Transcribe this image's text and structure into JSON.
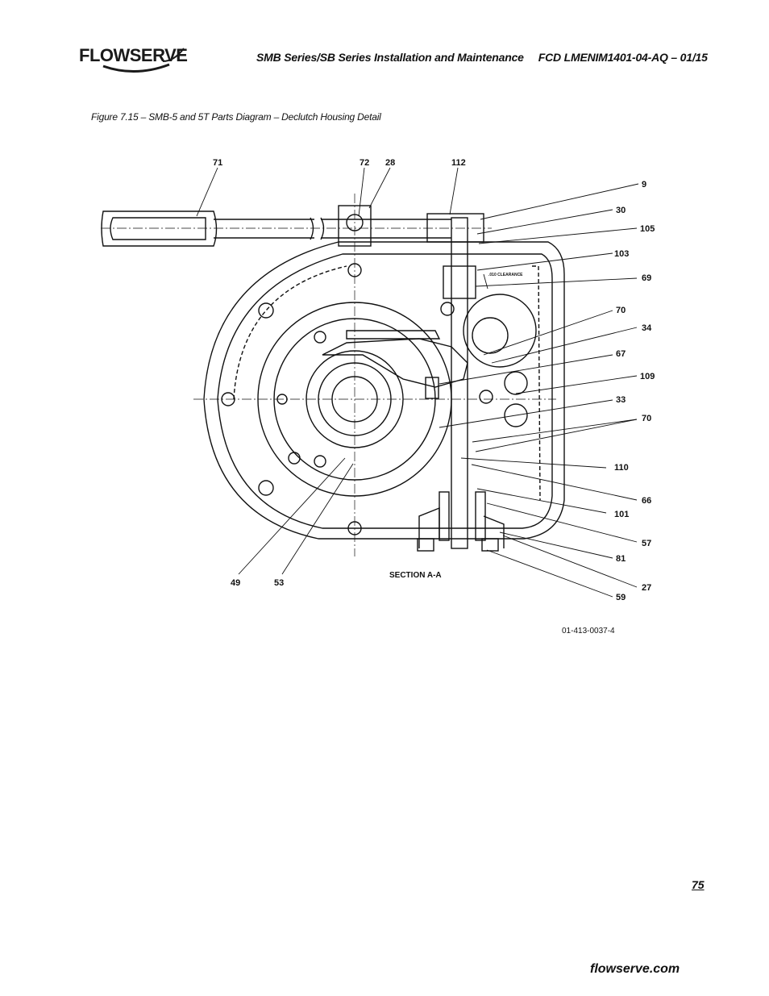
{
  "brand": {
    "name": "FLOWSERVE",
    "site": "flowserve.com"
  },
  "header": {
    "title": "SMB Series/SB Series Installation and Maintenance",
    "doc_code": "FCD LMENIM1401-04-AQ – 01/15"
  },
  "figure": {
    "caption": "Figure 7.15 – SMB-5 and 5T Parts Diagram – Declutch Housing Detail",
    "section_label": "SECTION A-A",
    "clearance_note": ".010 CLEARANCE",
    "drawing_number": "01-413-0037-4",
    "callouts": {
      "c71": "71",
      "c72": "72",
      "c28": "28",
      "c112": "112",
      "c9": "9",
      "c30": "30",
      "c105": "105",
      "c103": "103",
      "c69": "69",
      "c70a": "70",
      "c34": "34",
      "c67": "67",
      "c109": "109",
      "c33": "33",
      "c70b": "70",
      "c110": "110",
      "c66": "66",
      "c101": "101",
      "c57": "57",
      "c81": "81",
      "c27": "27",
      "c59": "59",
      "c49": "49",
      "c53": "53"
    }
  },
  "page": {
    "number": "75"
  }
}
